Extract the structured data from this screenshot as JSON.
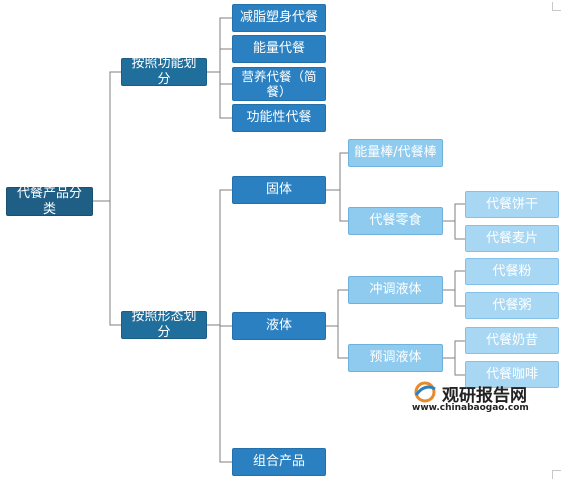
{
  "root": "代餐产品分类",
  "branches": {
    "function": {
      "label": "按照功能划分",
      "items": [
        "减脂塑身代餐",
        "能量代餐",
        "营养代餐（简餐）",
        "功能性代餐"
      ]
    },
    "form": {
      "label": "按照形态划分",
      "solid": {
        "label": "固体",
        "items": {
          "bar": "能量棒/代餐棒",
          "snack": {
            "label": "代餐零食",
            "items": [
              "代餐饼干",
              "代餐麦片"
            ]
          }
        }
      },
      "liquid": {
        "label": "液体",
        "items": {
          "brew": {
            "label": "冲调液体",
            "items": [
              "代餐粉",
              "代餐粥"
            ]
          },
          "ready": {
            "label": "预调液体",
            "items": [
              "代餐奶昔",
              "代餐咖啡"
            ]
          }
        }
      },
      "combo": {
        "label": "组合产品"
      }
    }
  },
  "watermark": {
    "name": "观研报告网",
    "url": "www.chinabaogao.com"
  },
  "colors": {
    "root": "#1f5f85",
    "level2": "#1f6e9c",
    "level3": "#2a80c0",
    "level4": "#8fcbee",
    "level5": "#a8d7f3",
    "connector": "#7f7f7f"
  }
}
